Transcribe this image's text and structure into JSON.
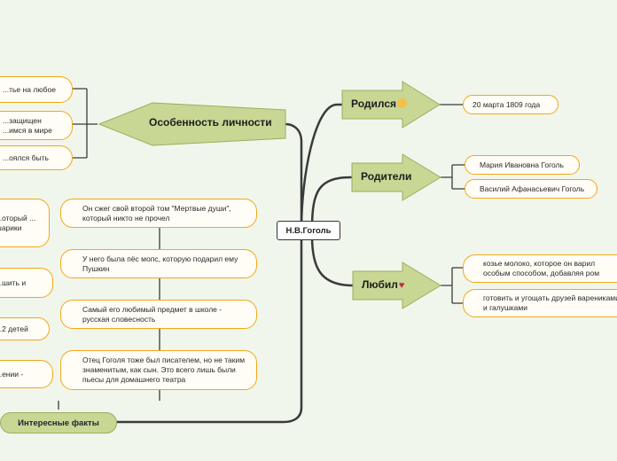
{
  "center": "Н.В.Гоголь",
  "branches": {
    "born": {
      "label": "Родился",
      "icon": "baby-emoji-icon",
      "items": [
        "20 марта 1809 года"
      ]
    },
    "parents": {
      "label": "Родители",
      "items": [
        "Мария Ивановна Гоголь",
        "Василий Афанасьевич Гоголь"
      ]
    },
    "loved": {
      "label": "Любил",
      "icon": "heart-emoji-icon",
      "items": [
        "козье молоко, которое он варил особым способом, добавляя ром",
        "готовить и угощать друзей варениками и галушками"
      ]
    },
    "personality": {
      "label": "Особенность личности",
      "items": [
        "...тье на любое",
        "...защищен ...имся в мире",
        "...оялся быть"
      ]
    },
    "facts": {
      "label": "Интересные факты",
      "items": [
        "Он сжег свой второй том \"Мертвые души\", который никто не прочел",
        "У него была пёс мопс, которую подарил ему Пушкин",
        "Самый его любимый предмет в школе - русская словесность",
        "Отец Гоголя тоже был писателем, но не таким знаменитым, как сын. Это всего лишь были пьесы для домашнего театра"
      ],
      "left_items": [
        "...оторый ... шарики",
        "...шить и",
        "...2 детей",
        "...ении -"
      ]
    }
  }
}
